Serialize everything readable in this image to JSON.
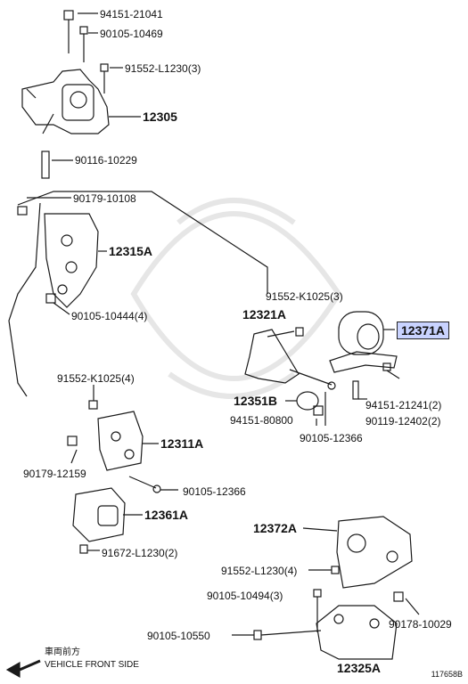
{
  "parts": [
    {
      "id": "p1",
      "code": "94151-21041"
    },
    {
      "id": "p2",
      "code": "90105-10469"
    },
    {
      "id": "p3",
      "code": "91552-L1230(3)"
    },
    {
      "id": "p4",
      "code": "12305"
    },
    {
      "id": "p5",
      "code": "90116-10229"
    },
    {
      "id": "p6",
      "code": "90179-10108"
    },
    {
      "id": "p7",
      "code": "12315A"
    },
    {
      "id": "p8",
      "code": "90105-10444(4)"
    },
    {
      "id": "p9",
      "code": "91552-K1025(3)"
    },
    {
      "id": "p10",
      "code": "12321A"
    },
    {
      "id": "p11",
      "code": "12371A"
    },
    {
      "id": "p12",
      "code": "91552-K1025(4)"
    },
    {
      "id": "p13",
      "code": "12351B"
    },
    {
      "id": "p14",
      "code": "94151-80800"
    },
    {
      "id": "p15",
      "code": "94151-21241(2)"
    },
    {
      "id": "p16",
      "code": "90119-12402(2)"
    },
    {
      "id": "p17",
      "code": "90105-12366"
    },
    {
      "id": "p18",
      "code": "12311A"
    },
    {
      "id": "p19",
      "code": "90179-12159"
    },
    {
      "id": "p20",
      "code": "90105-12366"
    },
    {
      "id": "p21",
      "code": "12361A"
    },
    {
      "id": "p22",
      "code": "91672-L1230(2)"
    },
    {
      "id": "p23",
      "code": "12372A"
    },
    {
      "id": "p24",
      "code": "91552-L1230(4)"
    },
    {
      "id": "p25",
      "code": "90105-10494(3)"
    },
    {
      "id": "p26",
      "code": "90178-10029"
    },
    {
      "id": "p27",
      "code": "90105-10550"
    },
    {
      "id": "p28",
      "code": "12325A"
    }
  ],
  "direction_jp": "車両前方",
  "direction_en": "VEHICLE FRONT SIDE",
  "catalog_no": "117658B",
  "colors": {
    "highlight": "#c9d3ff",
    "line": "#1a1a1a"
  }
}
